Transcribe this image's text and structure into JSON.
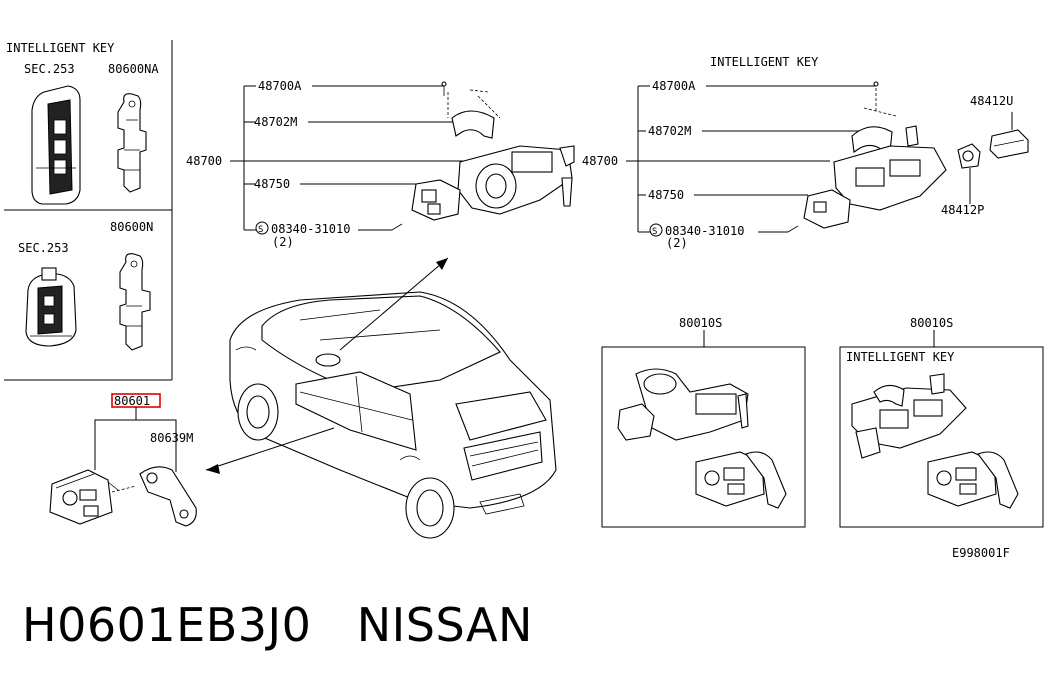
{
  "labels": {
    "intelligent_key_left": "INTELLIGENT KEY",
    "sec_253_a": "SEC.253",
    "p80600NA": "80600NA",
    "sec_253_b": "SEC.253",
    "p80600N": "80600N",
    "p80601": "80601",
    "p80639M": "80639M",
    "left_48700A": "48700A",
    "left_48702M": "48702M",
    "left_48700": "48700",
    "left_48750": "48750",
    "left_screw": "08340-31010",
    "left_screw_qty": "(2)",
    "intelligent_key_right": "INTELLIGENT KEY",
    "right_48700A": "48700A",
    "right_48702M": "48702M",
    "right_48700": "48700",
    "right_48750": "48750",
    "right_screw": "08340-31010",
    "right_screw_qty": "(2)",
    "p48412U": "48412U",
    "p48412P": "48412P",
    "p80010S_a": "80010S",
    "p80010S_b": "80010S",
    "intelligent_key_box": "INTELLIGENT KEY",
    "circle_s": "S",
    "diagram_code": "E998001F"
  },
  "caption": {
    "part_number": "H0601EB3J0",
    "brand": "NISSAN"
  },
  "colors": {
    "highlight": "#e60000",
    "ink": "#000000"
  }
}
